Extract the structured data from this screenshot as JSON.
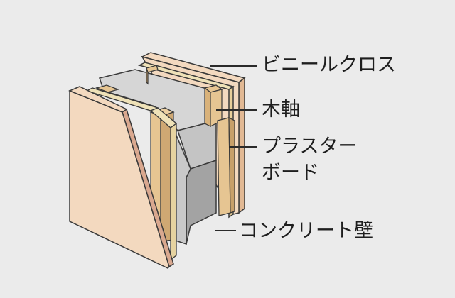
{
  "labels": {
    "vinyl_cloth": "ビニールクロス",
    "wood_frame": "木軸",
    "plaster_board_line1": "プラスター",
    "plaster_board_line2": "ボード",
    "concrete_wall": "コンクリート壁"
  },
  "colors": {
    "background": "#ebebeb",
    "cloth_face": "#f3d9bf",
    "cloth_edge": "#c9a07a",
    "wood": "#e6c592",
    "wood_dark": "#c7a06a",
    "plaster_edge": "#efe2b8",
    "concrete_light": "#d2d2d2",
    "concrete_mid": "#b9b9b9",
    "concrete_dark": "#9b9b9b",
    "outline": "#3a3a3a"
  }
}
